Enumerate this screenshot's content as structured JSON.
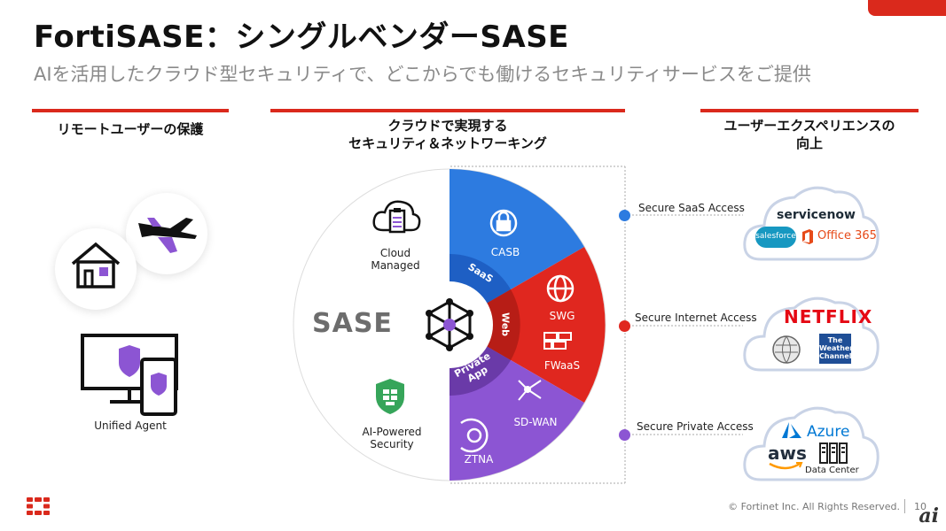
{
  "header": {
    "title": "FortiSASE：シングルベンダーSASE",
    "subtitle": "AIを活用したクラウド型セキュリティで、どこからでも働けるセキュリティサービスをご提供"
  },
  "columns": {
    "left": {
      "heading": "リモートユーザーの保護",
      "agent_label": "Unified Agent"
    },
    "center": {
      "heading_line1": "クラウドで実現する",
      "heading_line2": "セキュリティ＆ネットワーキング"
    },
    "right": {
      "heading_line1": "ユーザーエクスペリエンスの",
      "heading_line2": "向上"
    }
  },
  "diagram": {
    "center_label": "SASE",
    "cloud_managed": [
      "Cloud",
      "Managed"
    ],
    "ai_powered": [
      "AI-Powered",
      "Security"
    ],
    "ring_labels": {
      "saas": "SaaS",
      "web": "Web",
      "private_app": [
        "Private",
        "App"
      ]
    },
    "segments": {
      "casb": "CASB",
      "swg": "SWG",
      "fwaas": "FWaaS",
      "sdwan": "SD-WAN",
      "ztna": "ZTNA"
    }
  },
  "access": [
    {
      "label": "Secure SaaS Access",
      "color": "#2d7be0"
    },
    {
      "label": "Secure Internet Access",
      "color": "#e0271f"
    },
    {
      "label": "Secure Private Access",
      "color": "#8c55d3"
    }
  ],
  "brands": {
    "servicenow": "servicenow",
    "salesforce": "salesforce",
    "office365": "Office 365",
    "netflix": "NETFLIX",
    "weather": [
      "The",
      "Weather",
      "Channel"
    ],
    "azure": "Azure",
    "aws": "aws",
    "datacenter": "Data Center"
  },
  "footer": {
    "copyright": "© Fortinet Inc. All Rights Reserved.",
    "page": "10",
    "logo_text": "ai"
  },
  "colors": {
    "accent": "#da291c",
    "blue": "#2d7be0",
    "red": "#e0271f",
    "purple": "#8c55d3"
  }
}
